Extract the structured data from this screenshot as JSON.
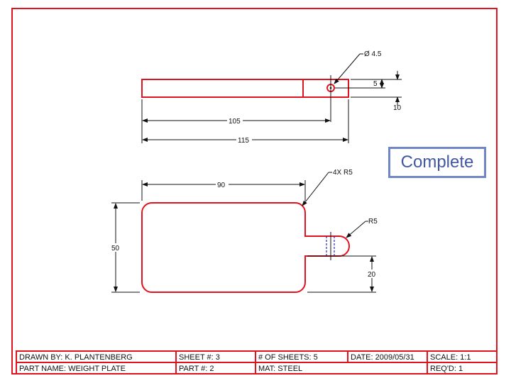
{
  "overlay": {
    "label": "Complete"
  },
  "colors": {
    "part_outline": "#e0141e",
    "border": "#e0141e",
    "centerline": "#1a2cc8",
    "overlay_border": "#6f86c9",
    "overlay_text": "#4257a3"
  },
  "dimensions": {
    "hole_diameter": "Ø 4.5",
    "hole_offset": "5",
    "thickness": "10",
    "length_to_hole": "105",
    "overall_length": "115",
    "corner_radius": "4X R5",
    "body_length": "90",
    "handle_radius": "R5",
    "body_width": "50",
    "handle_width": "20"
  },
  "title_block": {
    "drawn_by": "DRAWN BY: K. PLANTENBERG",
    "sheet": "SHEET #: 3",
    "num_sheets": "# OF SHEETS: 5",
    "date": "DATE: 2009/05/31",
    "scale": "SCALE: 1:1",
    "part_name": "PART NAME: WEIGHT PLATE",
    "part_number": "PART #: 2",
    "material": "MAT: STEEL",
    "required": "REQ'D: 1"
  }
}
